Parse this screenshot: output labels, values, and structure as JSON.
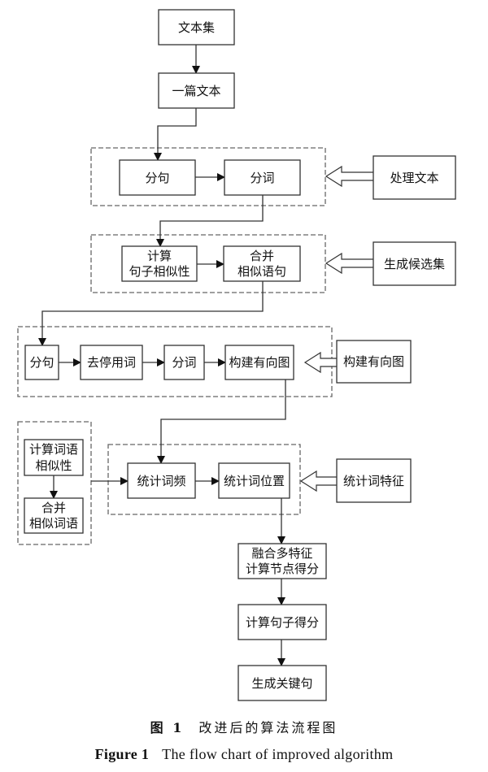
{
  "figure": {
    "title_cn_prefix": "图 1",
    "title_cn": "改进后的算法流程图",
    "title_en_prefix": "Figure 1",
    "title_en": "The flow chart of improved algorithm"
  },
  "nodes": {
    "text_set": "文本集",
    "one_text": "一篇文本",
    "split_sentence_1": "分句",
    "segment_words_1": "分词",
    "process_text": "处理文本",
    "calc_sentence_similarity": [
      "计算",
      "句子相似性"
    ],
    "merge_similar_sentences": [
      "合并",
      "相似语句"
    ],
    "generate_candidates": "生成候选集",
    "split_sentence_2": "分句",
    "remove_stopwords": "去停用词",
    "segment_words_2": "分词",
    "build_graph_inner": "构建有向图",
    "build_graph_label": "构建有向图",
    "calc_word_similarity": [
      "计算词语",
      "相似性"
    ],
    "merge_similar_words": [
      "合并",
      "相似词语"
    ],
    "count_word_freq": "统计词频",
    "count_word_position": "统计词位置",
    "word_features": "统计词特征",
    "fuse_features": [
      "融合多特征",
      "计算节点得分"
    ],
    "sentence_score": "计算句子得分",
    "generate_key_sentences": "生成关键句"
  },
  "colors": {
    "stroke": "#333333",
    "dashed": "#666666",
    "background": "#ffffff"
  }
}
